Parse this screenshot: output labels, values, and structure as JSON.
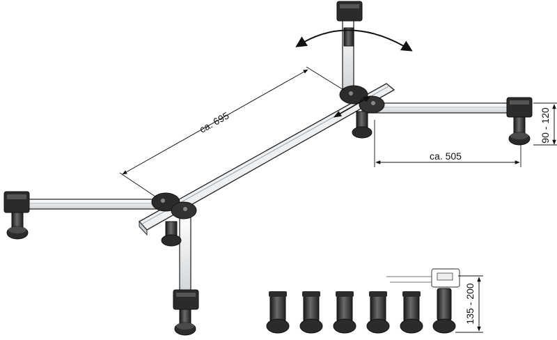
{
  "dimensions": {
    "long_arm": "ca. 695",
    "short_arm": "ca. 505",
    "height_range": "90 - 120",
    "extended_height_range": "135 - 200"
  },
  "accessory_feet_count": 6,
  "colors": {
    "rail_fill": "#eef0f2",
    "rail_stroke": "#2a2a2a",
    "dark_part": "#2b2b2b",
    "dimension_line": "#111111"
  },
  "icons": {
    "rotation": "rotate-arrow-icon",
    "adjust": "double-arrow-icon"
  }
}
